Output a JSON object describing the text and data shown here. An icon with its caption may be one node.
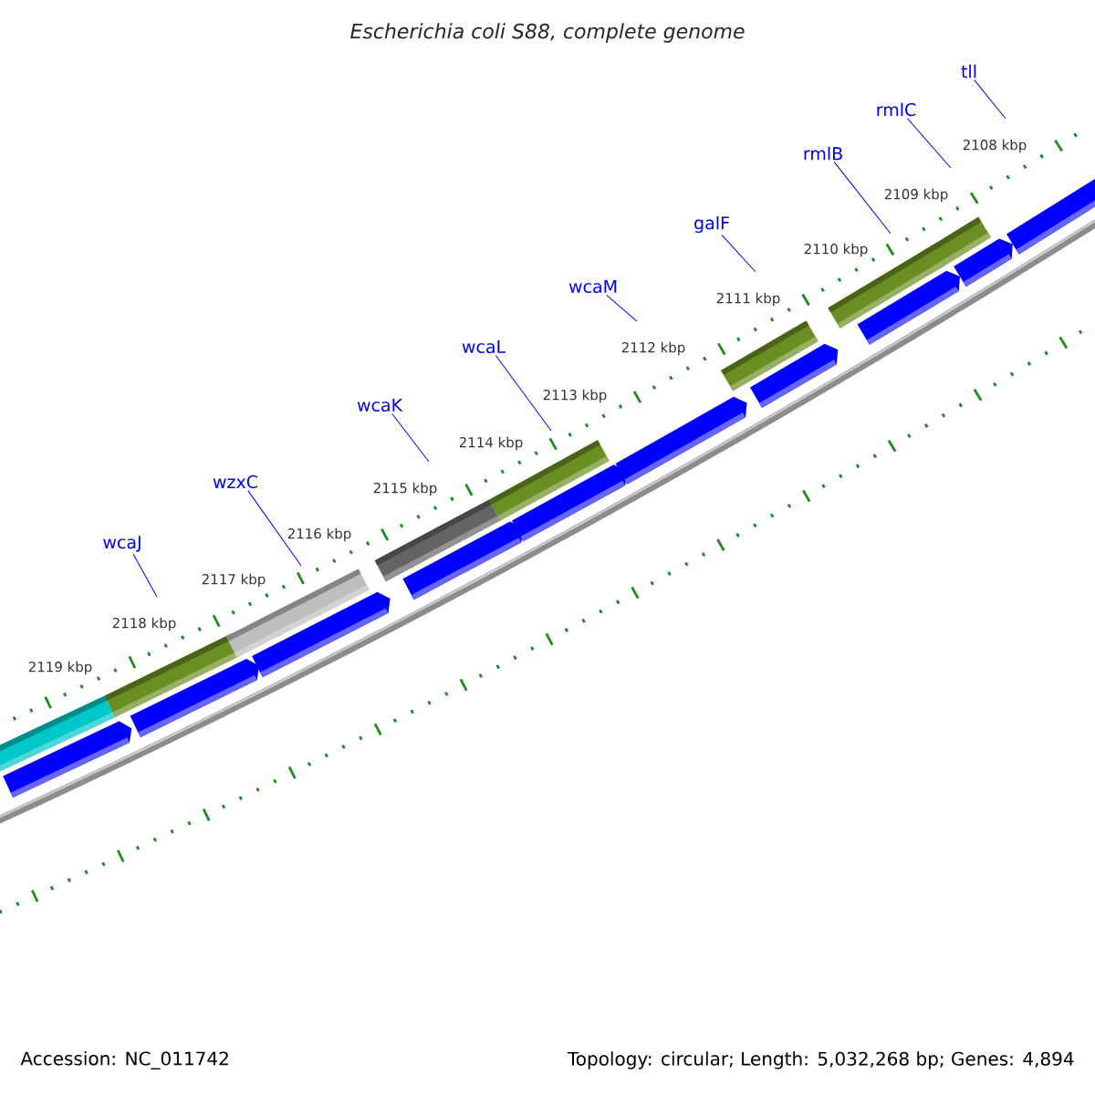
{
  "diagram": {
    "title": "Escherichia coli S88, complete genome",
    "nodes": [
      {
        "text": [
          "wcaJ"
        ]
      },
      {
        "text": [
          "wzxC"
        ]
      },
      {
        "text": [
          "wcaK"
        ]
      },
      {
        "text": [
          "wcaL"
        ]
      },
      {
        "text": [
          "wcaM"
        ]
      },
      {
        "text": [
          "galF"
        ]
      },
      {
        "text": [
          "rmlB"
        ]
      },
      {
        "text": [
          "rmlC"
        ]
      },
      {
        "text": [
          "tll"
        ]
      }
    ],
    "edges": [
      {
        "from": 0,
        "to": null,
        "arrow": "none"
      },
      {
        "from": 1,
        "to": null,
        "arrow": "none"
      },
      {
        "from": 2,
        "to": null,
        "arrow": "none"
      },
      {
        "from": 3,
        "to": null,
        "arrow": "none"
      },
      {
        "from": 4,
        "to": null,
        "arrow": "none"
      },
      {
        "from": 5,
        "to": null,
        "arrow": "none"
      },
      {
        "from": 6,
        "to": null,
        "arrow": "none"
      },
      {
        "from": 7,
        "to": null,
        "arrow": "none"
      },
      {
        "from": 8,
        "to": null,
        "arrow": "none"
      }
    ],
    "labels": [
      "2108 kbp",
      "2109 kbp",
      "2110 kbp",
      "2111 kbp",
      "2112 kbp",
      "2113 kbp",
      "2114 kbp",
      "2115 kbp",
      "2116 kbp",
      "2117 kbp",
      "2118 kbp",
      "2119 kbp",
      "Accession: NC_011742",
      "Topology: circular; Length: 5,032,268 bp; Genes: 4,894"
    ]
  }
}
